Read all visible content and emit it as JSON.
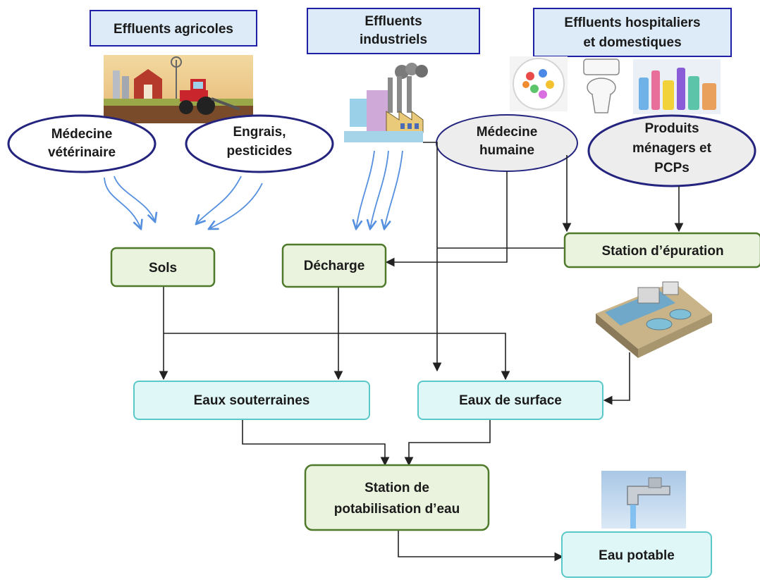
{
  "headers": {
    "agricultural": "Effluents agricoles",
    "industrial": [
      "Effluents",
      "industriels"
    ],
    "hospital": [
      "Effluents hospitaliers",
      "et domestiques"
    ]
  },
  "sources": {
    "veterinary": [
      "Médecine",
      "vétérinaire"
    ],
    "fertilizers": [
      "Engrais,",
      "pesticides"
    ],
    "human_medicine": [
      "Médecine",
      "humaine"
    ],
    "household": [
      "Produits",
      "ménagers et",
      "PCPs"
    ]
  },
  "nodes": {
    "soils": "Sols",
    "landfill": "Décharge",
    "wastewater_plant": "Station d’épuration",
    "groundwater": "Eaux souterraines",
    "surface_water": "Eaux de surface",
    "treatment_plant": [
      "Station de",
      "potabilisation d’eau"
    ],
    "drinking_water": "Eau potable"
  },
  "colors": {
    "header_fill": "#dcebf7",
    "header_stroke": "#1f1fa8",
    "ellipse_stroke": "#24247f",
    "ellipse_fill": "#ededed",
    "green_fill": "#eaf3dd",
    "green_stroke": "#4f7a2c",
    "cyan_fill": "#e0f7f7",
    "cyan_stroke": "#5bc8c8",
    "arrow": "#222222",
    "curve_arrow": "#5590e0"
  },
  "icons": [
    "farm-tractor-illustration",
    "factory-illustration",
    "pills-illustration",
    "toilet-illustration",
    "cosmetic-bottles-illustration",
    "wastewater-plant-illustration",
    "water-faucet-illustration"
  ]
}
